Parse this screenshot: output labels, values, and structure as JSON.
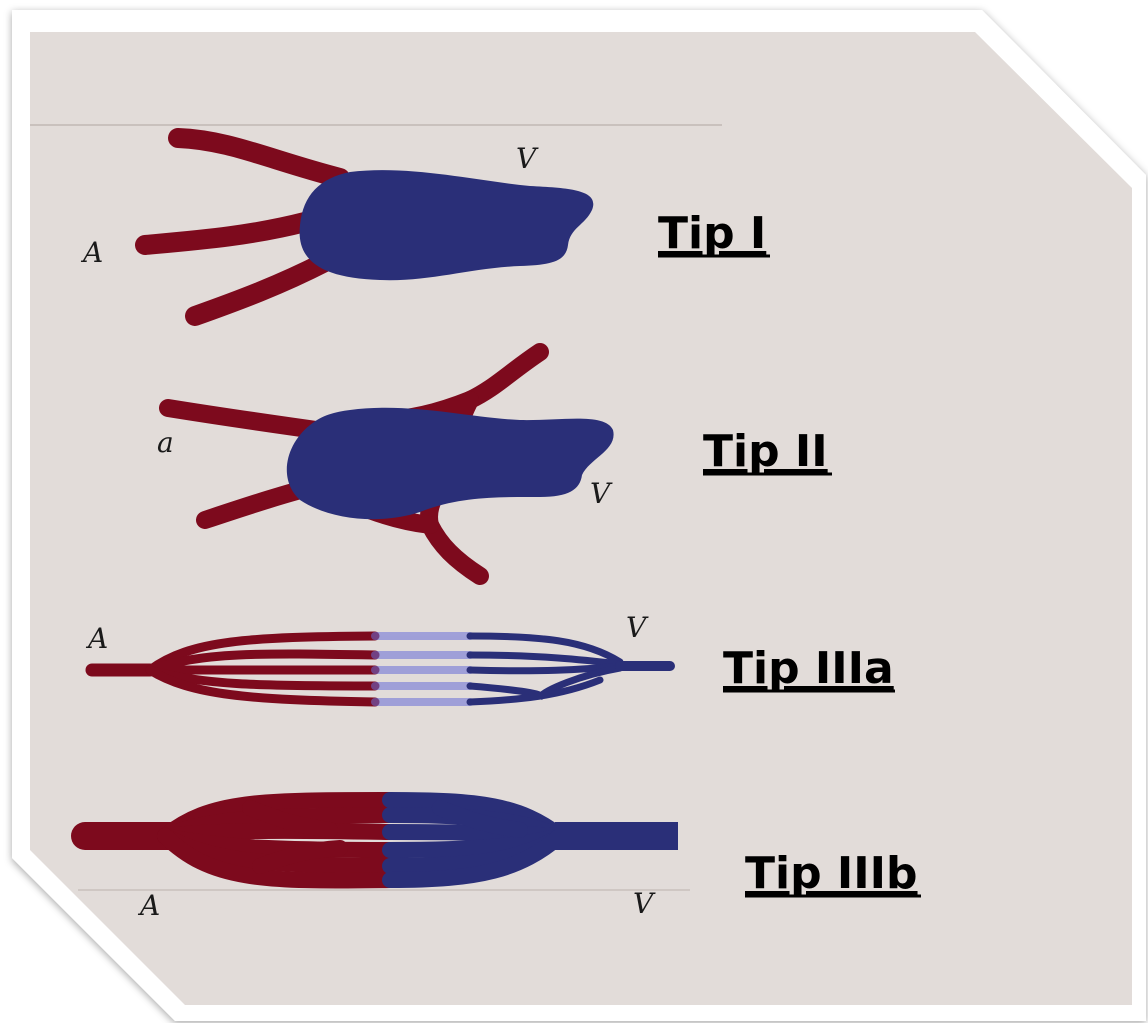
{
  "colors": {
    "artery": "#7d0a1d",
    "vein": "#2a2f78",
    "background": "#e2dcd9",
    "frame": "#ffffff"
  },
  "types": [
    {
      "name": "Tip I",
      "artery_letter": "A",
      "vein_letter": "V"
    },
    {
      "name": "Tip II",
      "artery_letter": "a",
      "vein_letter": "V"
    },
    {
      "name": "Tip IIIa",
      "artery_letter": "A",
      "vein_letter": "V"
    },
    {
      "name": "Tip IIIb",
      "artery_letter": "A",
      "vein_letter": "V"
    }
  ]
}
